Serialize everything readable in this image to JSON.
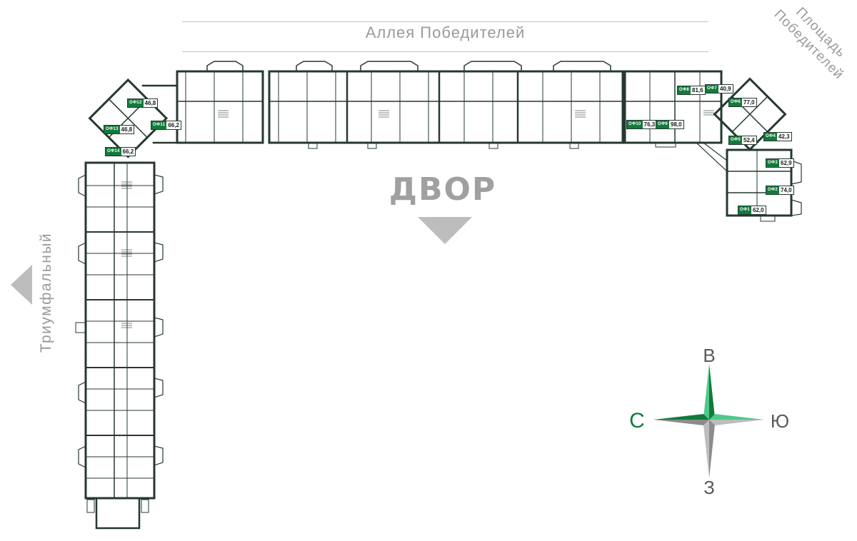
{
  "streets": {
    "top": "Аллея Победителей",
    "corner": [
      "Площадь",
      "Победителей"
    ],
    "left": "Триумфальный"
  },
  "yard_label": "ДВОР",
  "compass": {
    "north": "В",
    "south": "З",
    "west": "С",
    "east": "Ю",
    "colors": {
      "green": "#127a3c",
      "light_green": "#4fc98a",
      "grey": "#9a9a9a"
    }
  },
  "offices": [
    {
      "code": "ОФ12",
      "area": "46,8"
    },
    {
      "code": "ОФ13",
      "area": "46,8"
    },
    {
      "code": "ОФ11",
      "area": "66,2"
    },
    {
      "code": "ОФ14",
      "area": "66,2"
    },
    {
      "code": "ОФ10",
      "area": "76,3"
    },
    {
      "code": "ОФ9",
      "area": "98,0"
    },
    {
      "code": "ОФ8",
      "area": "81,6"
    },
    {
      "code": "ОФ7",
      "area": "40,9"
    },
    {
      "code": "ОФ6",
      "area": "77,0"
    },
    {
      "code": "ОФ5",
      "area": "52,4"
    },
    {
      "code": "ОФ4",
      "area": "42,3"
    },
    {
      "code": "ОФ3",
      "area": "62,9"
    },
    {
      "code": "ОФ2",
      "area": "74,0"
    },
    {
      "code": "ОФ1",
      "area": "62,0"
    }
  ],
  "colors": {
    "wall": "#26382f",
    "label_grey": "#9a9a9a",
    "office_green": "#127a3c"
  }
}
